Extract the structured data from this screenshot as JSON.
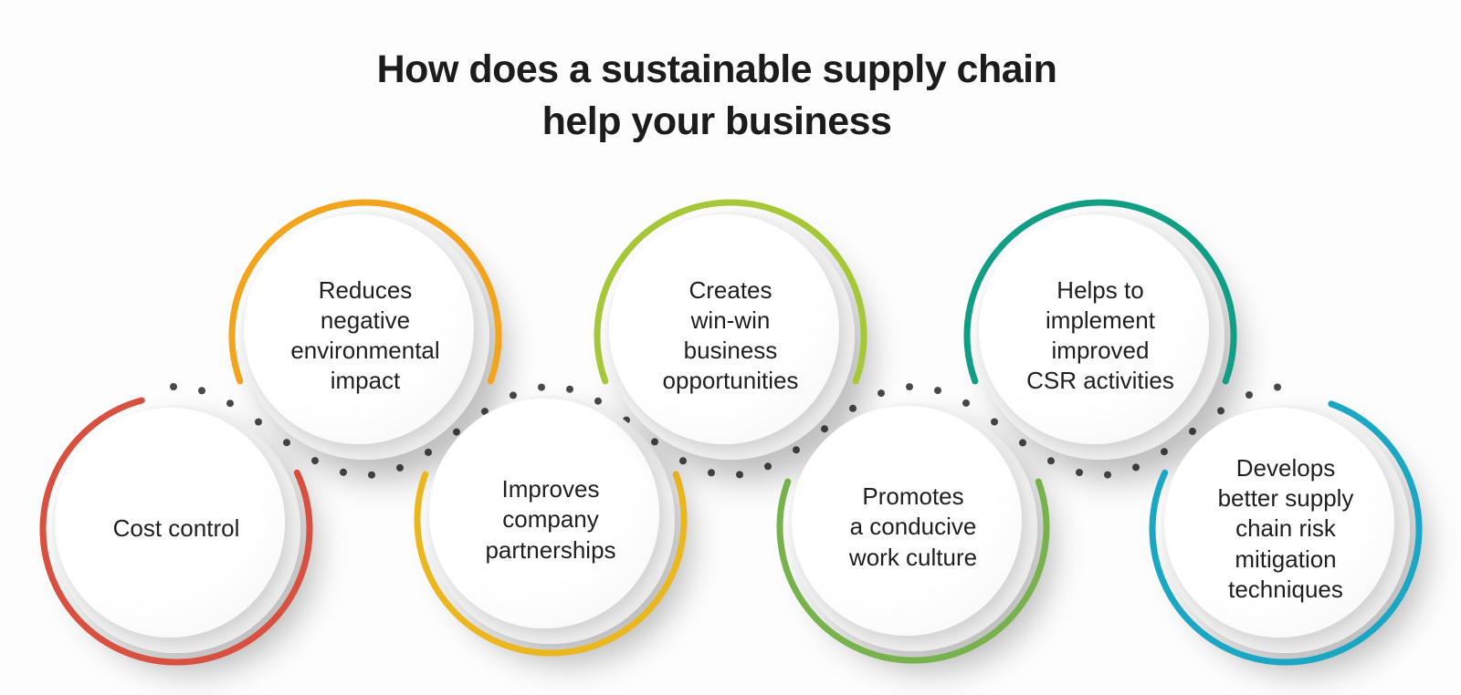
{
  "title": "How does a sustainable supply chain\nhelp your business",
  "nodes": [
    {
      "id": "cost-control",
      "label": "Cost control",
      "color": "#d8503f"
    },
    {
      "id": "environmental-impact",
      "label": "Reduces\nnegative\nenvironmental\nimpact",
      "color": "#f2a41c"
    },
    {
      "id": "company-partnerships",
      "label": "Improves\ncompany\npartnerships",
      "color": "#eab71e"
    },
    {
      "id": "business-opportunities",
      "label": "Creates\nwin-win\nbusiness\nopportunities",
      "color": "#a5c838"
    },
    {
      "id": "work-culture",
      "label": "Promotes\na conducive\nwork culture",
      "color": "#77b24d"
    },
    {
      "id": "csr-activities",
      "label": "Helps to\nimplement\nimproved\nCSR activities",
      "color": "#119e85"
    },
    {
      "id": "risk-mitigation",
      "label": "Develops\nbetter supply\nchain risk\nmitigation\ntechniques",
      "color": "#1ba6c4"
    }
  ],
  "connector": {
    "dot_color": "#4a4a4a"
  }
}
